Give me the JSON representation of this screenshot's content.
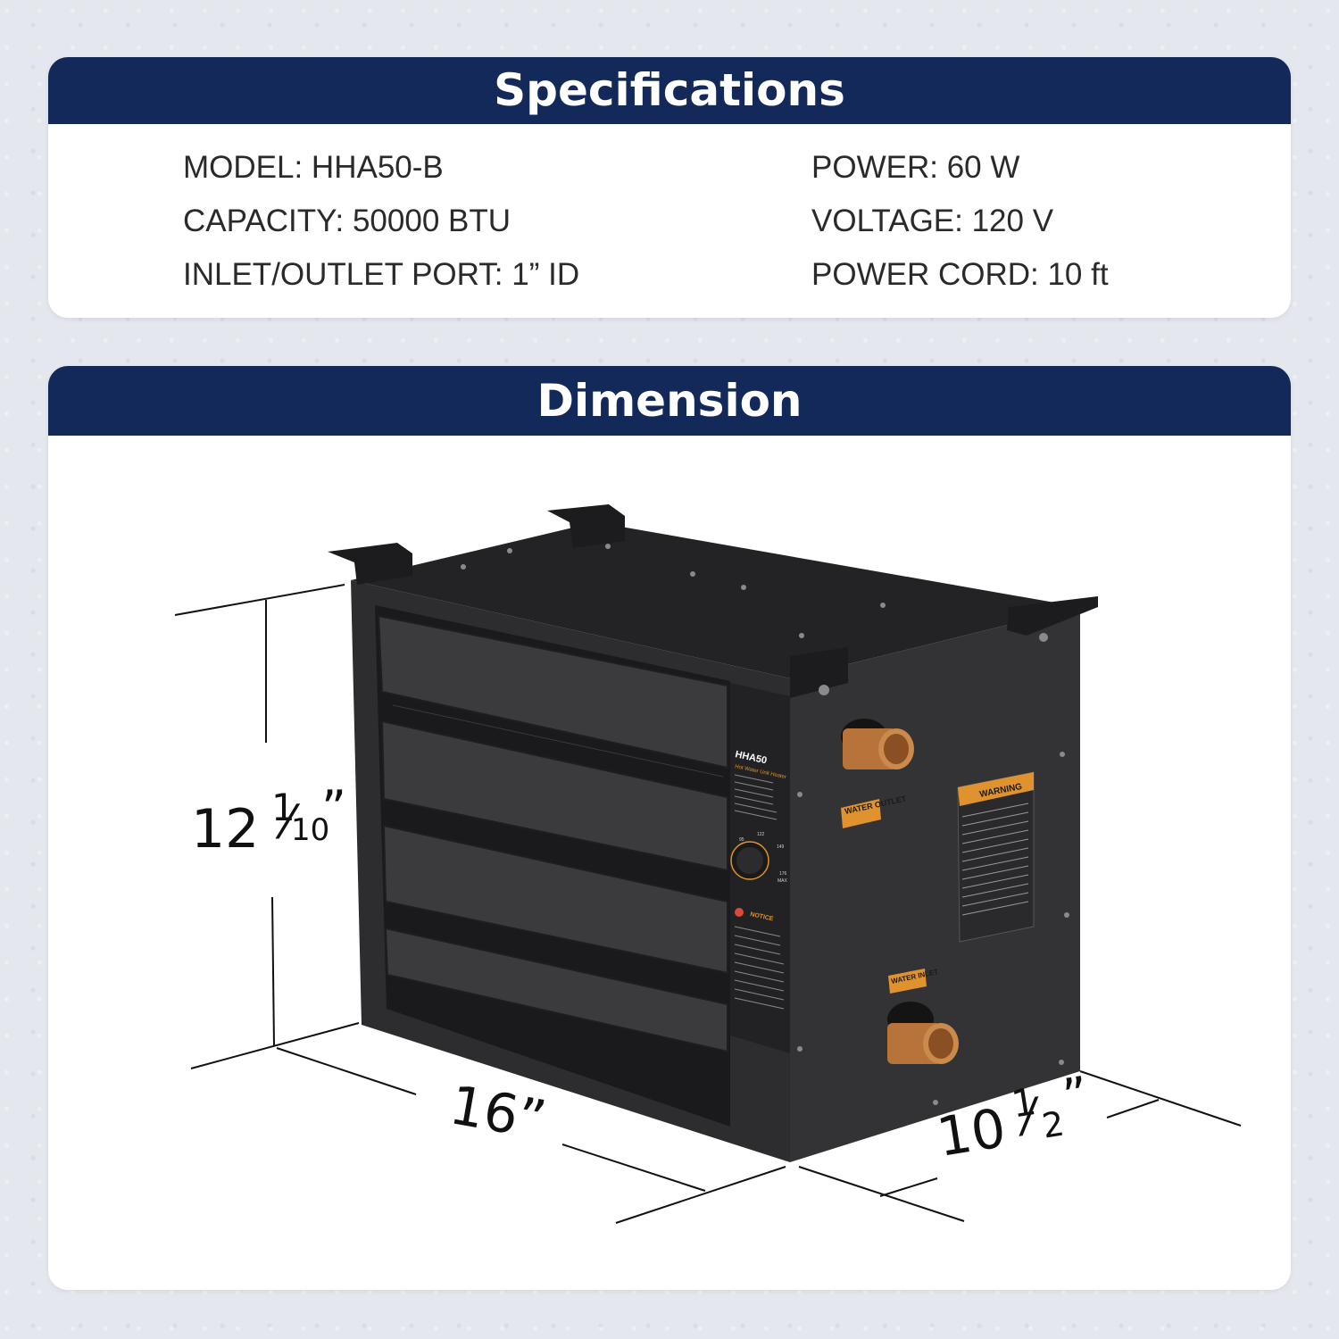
{
  "specifications": {
    "title": "Specifications",
    "left": [
      {
        "label": "MODEL: ",
        "value": "HHA50-B"
      },
      {
        "label": "CAPACITY: ",
        "value": "50000 BTU"
      },
      {
        "label": "INLET/OUTLET PORT: ",
        "value": "1” ID"
      }
    ],
    "right": [
      {
        "label": "POWER: ",
        "value": "60 W"
      },
      {
        "label": "VOLTAGE: ",
        "value": "120 V"
      },
      {
        "label": "POWER CORD: ",
        "value": "10 ft"
      }
    ]
  },
  "dimension": {
    "title": "Dimension",
    "height_whole": "12",
    "height_num": "1",
    "height_den": "10",
    "height_mark": "”",
    "width": "16”",
    "depth_whole": "10",
    "depth_num": "1",
    "depth_den": "2",
    "depth_mark": "”"
  },
  "product": {
    "model_label": "HHA50",
    "subtitle": "Hot Water Unit Heater",
    "warning_label": "WARNING",
    "notice_label": "NOTICE",
    "water_outlet": "WATER OUTLET",
    "water_inlet": "WATER INLET",
    "dial_marks": [
      "95",
      "122",
      "149",
      "176",
      "MAX"
    ],
    "colors": {
      "header": "#13295a",
      "body": "#2b2b2d",
      "copper": "#c07a3e",
      "label_orange": "#e0922e"
    }
  }
}
